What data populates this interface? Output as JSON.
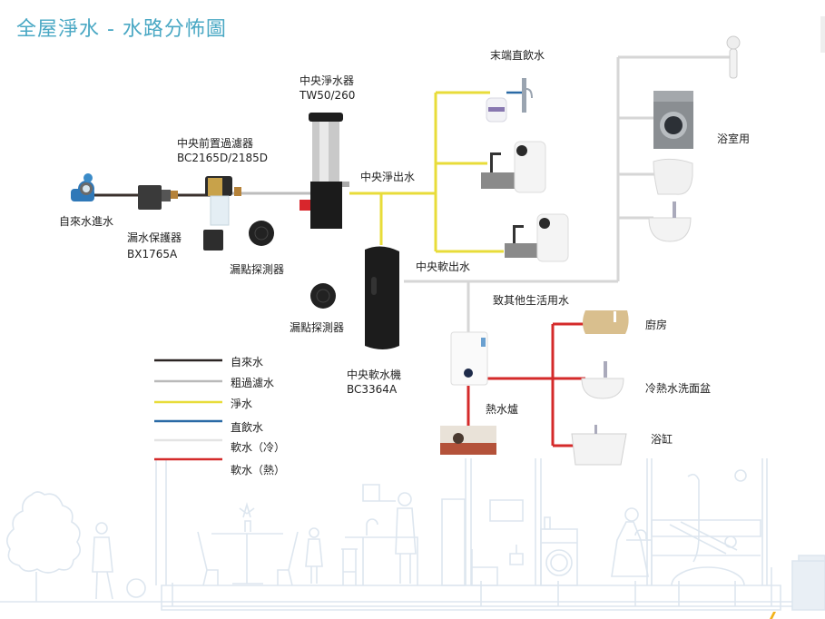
{
  "title": "全屋淨水 - 水路分怖圖",
  "colors": {
    "title": "#4aa8c4",
    "tap_water": "#2a2422",
    "coarse_filtered": "#b9b9b9",
    "pure_water": "#e8dc3a",
    "direct_drink": "#2a6aa6",
    "soft_cold": "#dcdcdc",
    "soft_hot": "#d42a2a",
    "background_sketch": "#dde6ef"
  },
  "labels": {
    "inlet": "自來水進水",
    "leak_protector_name": "漏水保護器",
    "leak_protector_model": "BX1765A",
    "prefilter_name": "中央前置過濾器",
    "prefilter_model": "BC2165D/2185D",
    "leak_detector_1": "漏點探測器",
    "leak_detector_2": "漏點探測器",
    "central_purifier_name": "中央淨水器",
    "central_purifier_model": "TW50/260",
    "pure_out": "中央淨出水",
    "softener_name": "中央軟水機",
    "softener_model": "BC3364A",
    "soft_out": "中央軟出水",
    "end_drinking": "末端直飲水",
    "bathroom": "浴室用",
    "other_use": "致其他生活用水",
    "heater": "熱水爐",
    "kitchen": "廚房",
    "basin": "冷熱水洗面盆",
    "bathtub": "浴缸"
  },
  "legend": [
    {
      "label": "自來水",
      "color_key": "tap_water"
    },
    {
      "label": "粗過濾水",
      "color_key": "coarse_filtered"
    },
    {
      "label": "淨水",
      "color_key": "pure_water"
    },
    {
      "label": "直飲水",
      "color_key": "direct_drink"
    },
    {
      "label": "軟水（冷）",
      "color_key": "soft_cold"
    },
    {
      "label": "軟水（熱）",
      "color_key": "soft_hot"
    }
  ]
}
